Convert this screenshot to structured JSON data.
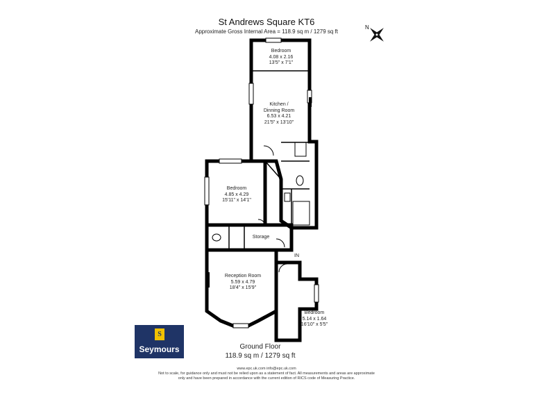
{
  "title": "St Andrews Square KT6",
  "subtitle": "Approximate Gross Internal Area = 118.9 sq m / 1279 sq ft",
  "compass_label": "N",
  "entrance_label": "IN",
  "rooms": {
    "bedroom_top": {
      "name": "Bedroom",
      "metric": "4.08 x 2.16",
      "imperial": "13'5\" x 7'1\""
    },
    "kitchen": {
      "name_line1": "Kitchen /",
      "name_line2": "Dinning Room",
      "metric": "6.53 x 4.21",
      "imperial": "21'5\" x 13'10\""
    },
    "bedroom_mid": {
      "name": "Bedroom",
      "metric": "4.85 x 4.29",
      "imperial": "15'11\" x 14'1\""
    },
    "storage": {
      "name": "Storage"
    },
    "reception": {
      "name": "Reception Room",
      "metric": "5.59 x 4.79",
      "imperial": "18'4\" x 15'9\""
    },
    "bedroom_small": {
      "name": "Bedroom",
      "metric": "5.14 x 1.64",
      "imperial": "16'10\" x 5'5\""
    }
  },
  "floor": {
    "name": "Ground Floor",
    "area": "118.9 sq m / 1279 sq ft"
  },
  "footer": {
    "contact": "www.epc.uk.com   info@epc.uk.com",
    "disclaimer1": "Not to scale, for guidance only and must not be relied upon as a statement of fact. All measurements and areas are approximate",
    "disclaimer2": "only and have been prepared in accordance with the current edition of RICS code of Measuring Practice."
  },
  "logo": {
    "badge": "S",
    "name": "Seymours"
  },
  "colors": {
    "wall": "#000000",
    "logo_bg": "#1f3466",
    "logo_badge": "#f1c200"
  }
}
